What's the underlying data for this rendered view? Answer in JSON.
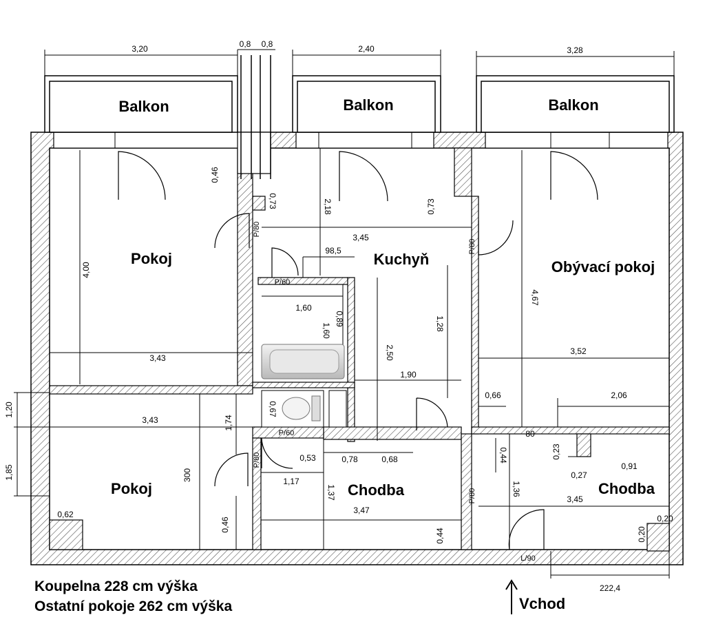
{
  "rooms": {
    "balkon_left": "Balkon",
    "balkon_mid": "Balkon",
    "balkon_right": "Balkon",
    "pokoj_top": "Pokoj",
    "kuchyn": "Kuchyň",
    "obyvaci": "Obývací pokoj",
    "pokoj_bottom": "Pokoj",
    "chodba_mid": "Chodba",
    "chodba_right": "Chodba"
  },
  "dimensions": {
    "d_320": "3,20",
    "d_08a": "0,8",
    "d_08b": "0,8",
    "d_240": "2,40",
    "d_328": "3,28",
    "d_046a": "0,46",
    "d_073a": "0,73",
    "d_218": "2,18",
    "d_073b": "0,73",
    "d_345a": "3,45",
    "d_985": "98,5",
    "d_400": "4,00",
    "d_160a": "1,60",
    "d_160b": "1,60",
    "d_089": "0,89",
    "d_128": "1,28",
    "d_467": "4,67",
    "d_343a": "3,43",
    "d_250": "2,50",
    "d_352": "3,52",
    "d_190": "1,90",
    "d_066": "0,66",
    "d_206": "2,06",
    "d_120": "1,20",
    "d_343b": "3,43",
    "d_174": "1,74",
    "d_067": "0,67",
    "d_80": "80",
    "d_185": "1,85",
    "d_053": "0,53",
    "d_078": "0,78",
    "d_068": "0,68",
    "d_044a": "0,44",
    "d_023": "0,23",
    "d_027": "0,27",
    "d_091": "0,91",
    "d_117": "1,17",
    "d_300": "300",
    "d_137": "1,37",
    "d_136": "1,36",
    "d_345b": "3,45",
    "d_347": "3,47",
    "d_062": "0,62",
    "d_046b": "0,46",
    "d_044b": "0,44",
    "d_020a": "0,20",
    "d_020b": "0,20",
    "d_2224": "222,4"
  },
  "doors": {
    "p80_a": "P/80",
    "p80_b": "P/80",
    "p60_a": "P/60",
    "p60_b": "P/60",
    "p80_c": "P/80",
    "p80_d": "P/80",
    "l90": "L/90"
  },
  "notes": {
    "line1": "Koupelna 228 cm výška",
    "line2": "Ostatní pokoje 262 cm výška"
  },
  "entrance": {
    "label": "Vchod"
  }
}
